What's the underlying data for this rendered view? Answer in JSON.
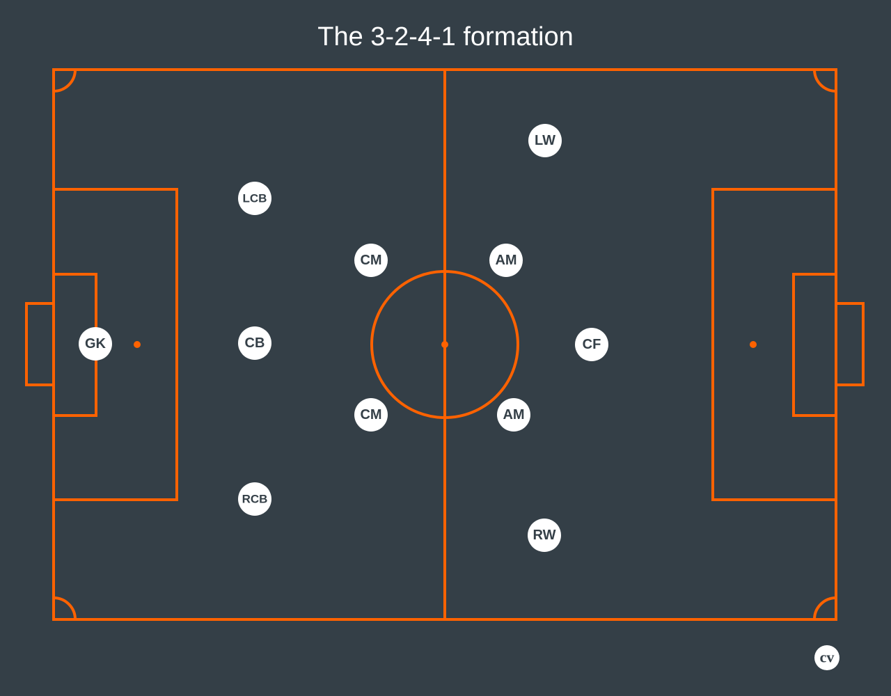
{
  "title": "The 3-2-4-1 formation",
  "colors": {
    "background": "#343f47",
    "pitch_lines": "#ff6200",
    "player_marker": "#ffffff",
    "player_text": "#343f47"
  },
  "players": [
    {
      "id": "gk",
      "label": "GK"
    },
    {
      "id": "lcb",
      "label": "LCB"
    },
    {
      "id": "cb",
      "label": "CB"
    },
    {
      "id": "rcb",
      "label": "RCB"
    },
    {
      "id": "cm-top",
      "label": "CM"
    },
    {
      "id": "cm-bottom",
      "label": "CM"
    },
    {
      "id": "lw",
      "label": "LW"
    },
    {
      "id": "am-top",
      "label": "AM"
    },
    {
      "id": "am-bottom",
      "label": "AM"
    },
    {
      "id": "rw",
      "label": "RW"
    },
    {
      "id": "cf",
      "label": "CF"
    }
  ],
  "logo": {
    "text": "cv",
    "icon": "cv-logo-icon"
  }
}
